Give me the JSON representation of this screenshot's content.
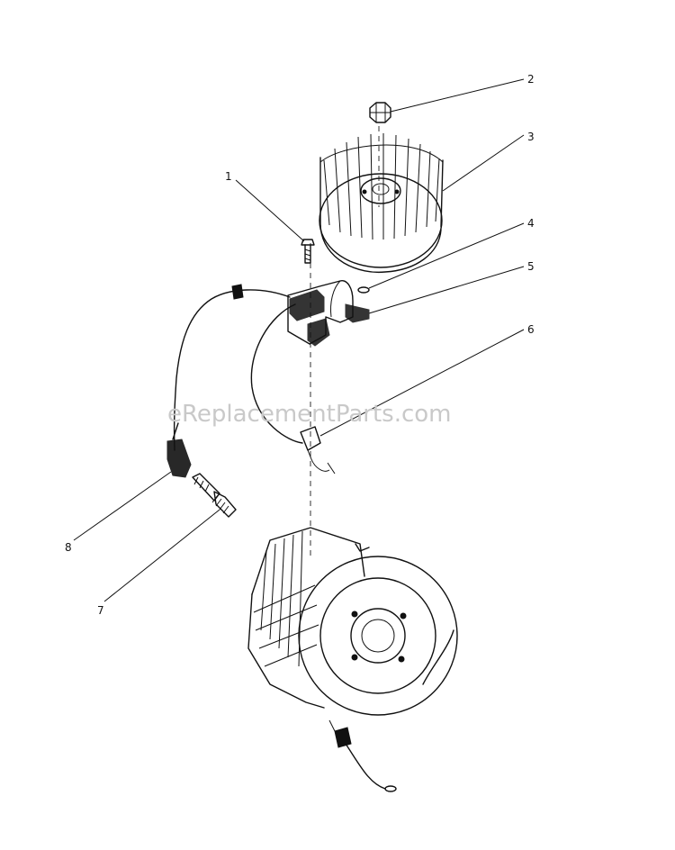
{
  "watermark": "eReplacementParts.com",
  "callouts": {
    "c1": "1",
    "c2": "2",
    "c3": "3",
    "c4": "4",
    "c5": "5",
    "c6": "6",
    "c7": "7",
    "c8": "8"
  }
}
